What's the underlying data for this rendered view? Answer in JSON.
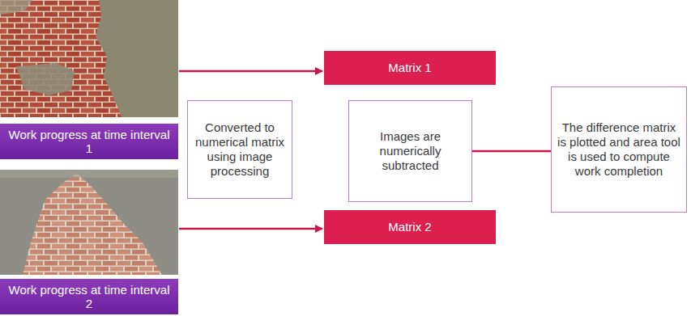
{
  "diagram": {
    "nodes": [
      {
        "text": [
          "Work progress at time interval 1"
        ]
      },
      {
        "text": [
          "Work progress at time interval 2"
        ]
      },
      {
        "text": [
          "Converted to numerical matrix using image processing"
        ]
      },
      {
        "text": [
          "Matrix 1"
        ]
      },
      {
        "text": [
          "Images are numerically subtracted"
        ]
      },
      {
        "text": [
          "Matrix 2"
        ]
      },
      {
        "text": [
          "The difference matrix is plotted and area tool is used to compute work completion"
        ]
      }
    ],
    "edges": [
      {
        "from": 4,
        "to": 6,
        "arrow": "none"
      }
    ]
  }
}
